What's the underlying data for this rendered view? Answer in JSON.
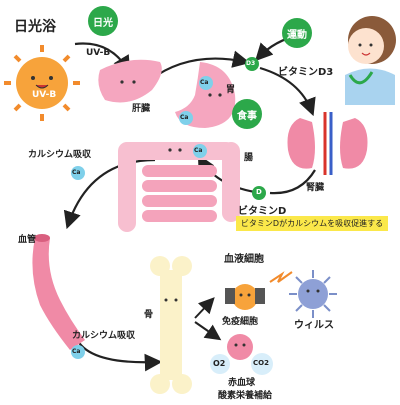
{
  "title": "日光浴",
  "badges": {
    "sun": "日光",
    "exercise": "運動",
    "food": "食事"
  },
  "labels": {
    "uvb_arrow": "UV-B",
    "sun_uvb": "UV-B",
    "liver": "肝臓",
    "stomach": "胃",
    "vitamin_d3": "ビタミンD3",
    "intestine": "腸",
    "kidney": "腎臓",
    "vitamin_d": "ビタミンD",
    "calcium_absorption_top": "カルシウム吸収",
    "calcium_absorption_bottom": "カルシウム吸収",
    "blood_vessel": "血管",
    "bone": "骨",
    "blood_cells": "血液細胞",
    "immune_cells": "免疫細胞",
    "virus": "ウィルス",
    "red_blood_cells": "赤血球",
    "oxygen_nutrients": "酸素栄養補給",
    "o2": "O2",
    "co2": "CO2"
  },
  "markers": {
    "ca": "Ca",
    "d3": "D3",
    "d": "D"
  },
  "note": "ビタミンDがカルシウムを吸収促進する",
  "colors": {
    "green": "#2ca84a",
    "organ_pink": "#f5a6bf",
    "sun_orange": "#f28b2c",
    "calcium_blue": "#7fd0ea",
    "note_yellow": "#fbe84a",
    "virus_blue": "#7b8fc8"
  }
}
